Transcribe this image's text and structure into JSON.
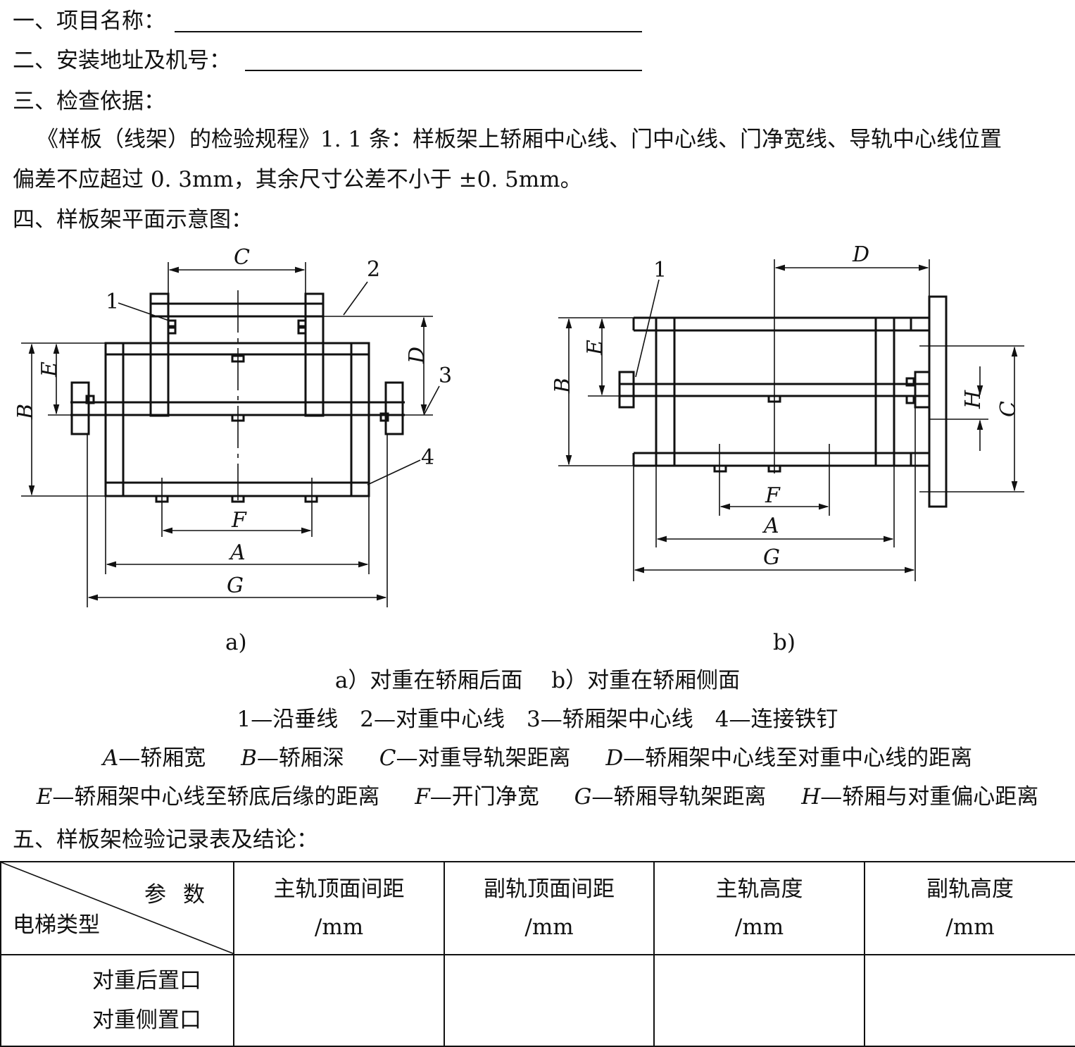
{
  "header": {
    "project_name_label": "一、项目名称：",
    "address_label": "二、安装地址及机号：",
    "basis_label": "三、检查依据："
  },
  "basis_text_line1": "《样板（线架）的检验规程》1. 1 条：样板架上轿厢中心线、门中心线、门净宽线、导轨中心线位置",
  "basis_text_line2": "偏差不应超过 0. 3mm，其余尺寸公差不小于 ±0. 5mm。",
  "diagram_heading": "四、样板架平面示意图：",
  "figure": {
    "labels": {
      "A": "A",
      "B": "B",
      "C": "C",
      "D": "D",
      "E": "E",
      "F": "F",
      "G": "G",
      "H": "H",
      "n1": "1",
      "n2": "2",
      "n3": "3",
      "n4": "4"
    },
    "sub_a": "a)",
    "sub_b": "b)",
    "caption_line": "a）对重在轿厢后面　 b）对重在轿厢侧面",
    "numbered_legend": "1—沿垂线　2—对重中心线　3—轿厢架中心线　4—连接铁钉",
    "letter_legend_1": [
      {
        "k": "A",
        "v": "—轿厢宽"
      },
      {
        "k": "B",
        "v": "—轿厢深"
      },
      {
        "k": "C",
        "v": "—对重导轨架距离"
      },
      {
        "k": "D",
        "v": "—轿厢架中心线至对重中心线的距离"
      }
    ],
    "letter_legend_2": [
      {
        "k": "E",
        "v": "—轿厢架中心线至轿底后缘的距离"
      },
      {
        "k": "F",
        "v": "—开门净宽"
      },
      {
        "k": "G",
        "v": "—轿厢导轨架距离"
      },
      {
        "k": "H",
        "v": "—轿厢与对重偏心距离"
      }
    ]
  },
  "record_heading": "五、样板架检验记录表及结论：",
  "table": {
    "corner_param": "参数",
    "corner_type": "电梯类型",
    "columns": [
      {
        "title": "主轨顶面间距",
        "unit": "/mm"
      },
      {
        "title": "副轨顶面间距",
        "unit": "/mm"
      },
      {
        "title": "主轨高度",
        "unit": "/mm"
      },
      {
        "title": "副轨高度",
        "unit": "/mm"
      }
    ],
    "row_types": [
      "对重后置口",
      "对重侧置口"
    ]
  }
}
